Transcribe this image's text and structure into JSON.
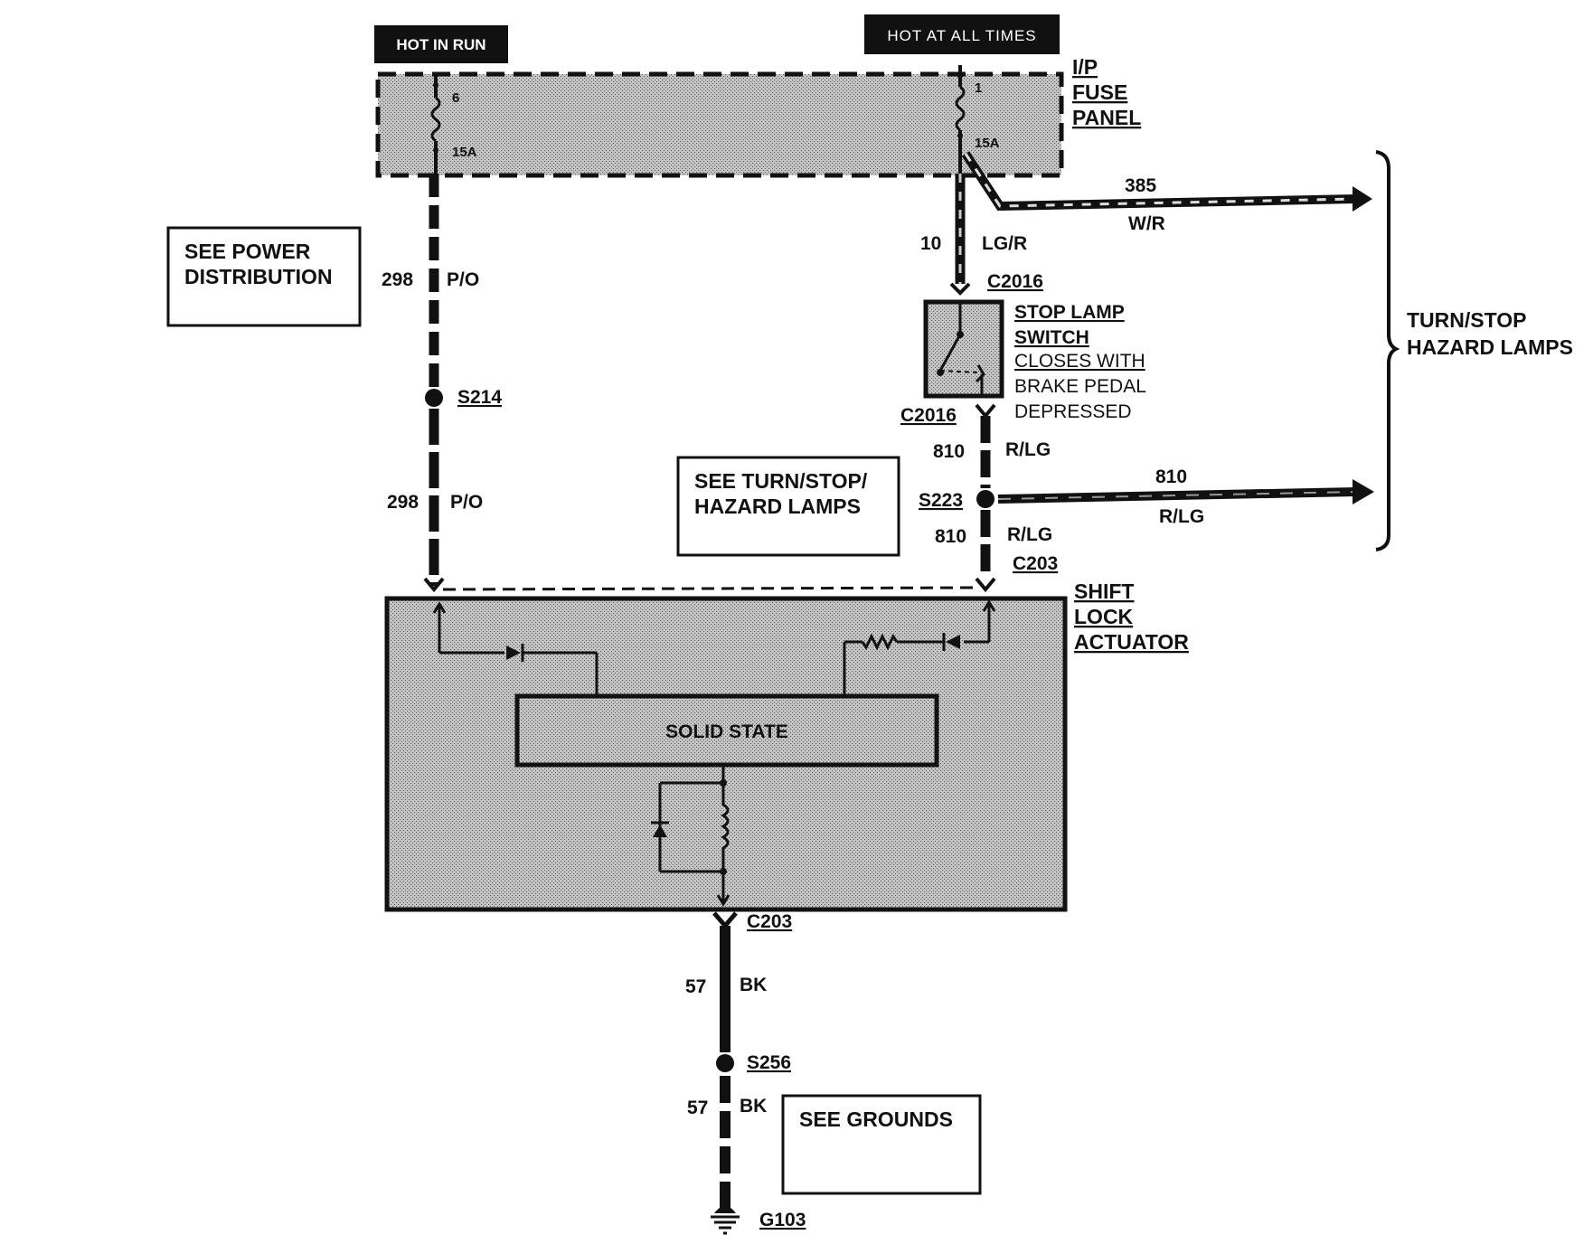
{
  "header": {
    "hot_in_run": "HOT IN RUN",
    "hot_at_all_times": "HOT AT ALL TIMES"
  },
  "fuse_panel": {
    "label_line1": "I/P",
    "label_line2": "FUSE",
    "label_line3": "PANEL",
    "fuse_left_number": "6",
    "fuse_left_rating": "15A",
    "fuse_right_number": "1",
    "fuse_right_rating": "15A"
  },
  "notes": {
    "power_line1": "SEE POWER",
    "power_line2": "DISTRIBUTION",
    "turnstop_line1": "SEE TURN/STOP/",
    "turnstop_line2": "HAZARD LAMPS",
    "grounds": "SEE GROUNDS",
    "bracket_line1": "TURN/STOP",
    "bracket_line2": "HAZARD LAMPS"
  },
  "wires": {
    "w298_num": "298",
    "w298_color": "P/O",
    "w10_num": "10",
    "w10_color": "LG/R",
    "w385_num": "385",
    "w385_color": "W/R",
    "w810_num": "810",
    "w810_color": "R/LG",
    "w57_num": "57",
    "w57_color": "BK"
  },
  "connectors": {
    "c2016": "C2016",
    "c203": "C203",
    "s214": "S214",
    "s223": "S223",
    "s256": "S256",
    "g103": "G103"
  },
  "stop_lamp_switch": {
    "line1": "STOP LAMP",
    "line2": "SWITCH",
    "line3": "CLOSES WITH",
    "line4": "BRAKE PEDAL",
    "line5": "DEPRESSED"
  },
  "actuator": {
    "line1": "SHIFT",
    "line2": "LOCK",
    "line3": "ACTUATOR",
    "solid_state": "SOLID STATE"
  }
}
